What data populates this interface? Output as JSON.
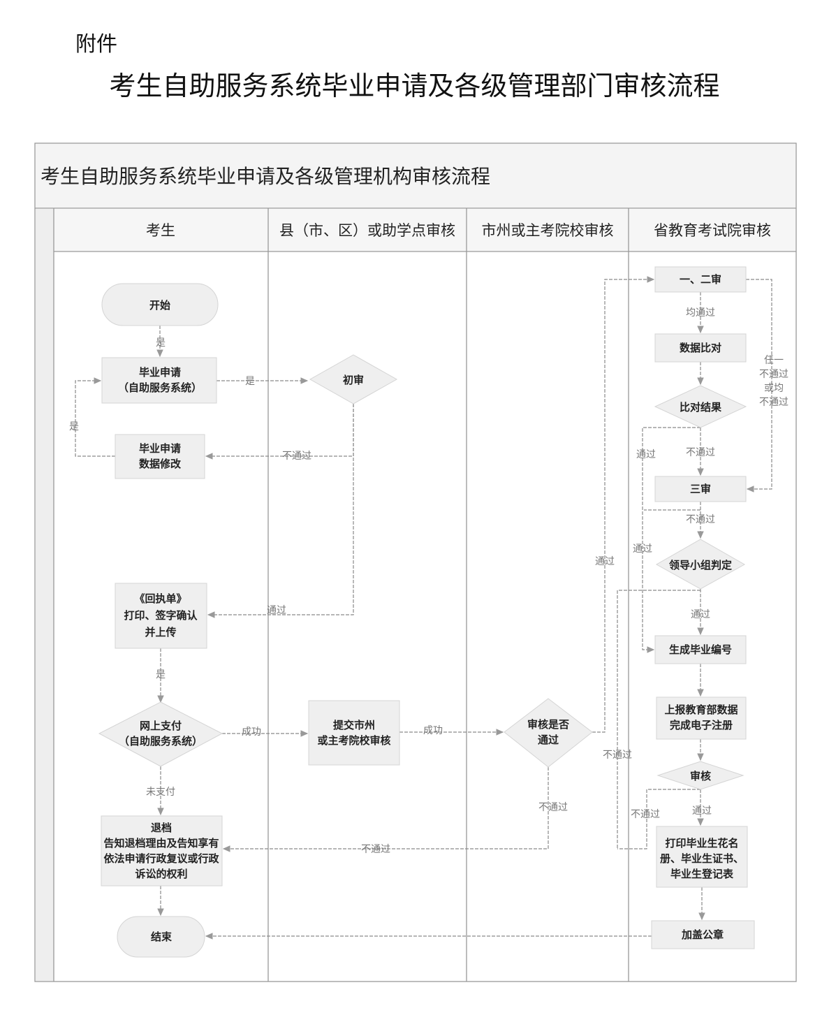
{
  "attachment_label": "附件",
  "document_title": "考生自助服务系统毕业申请及各级管理部门审核流程",
  "chart_title": "考生自助服务系统毕业申请及各级管理机构审核流程",
  "lanes": [
    "考生",
    "县（市、区）或助学点审核",
    "市州或主考院校审核",
    "省教育考试院审核"
  ],
  "nodes": {
    "start": [
      "开始"
    ],
    "apply": [
      "毕业申请",
      "（自助服务系统）"
    ],
    "first_review": [
      "初审"
    ],
    "modify": [
      "毕业申请",
      "数据修改"
    ],
    "receipt": [
      "《回执单》",
      "打印、签字确认",
      "并上传"
    ],
    "payment": [
      "网上支付",
      "（自助服务系统）"
    ],
    "submit_city": [
      "提交市州",
      "或主考院校审核"
    ],
    "city_review": [
      "审核是否",
      "通过"
    ],
    "withdraw": [
      "退档",
      "告知退档理由及告知享有",
      "依法申请行政复议或行政",
      "诉讼的权利"
    ],
    "end": [
      "结束"
    ],
    "review12": [
      "一、二审"
    ],
    "data_compare": [
      "数据比对"
    ],
    "compare_result": [
      "比对结果"
    ],
    "review3": [
      "三审"
    ],
    "leader_group": [
      "领导小组判定"
    ],
    "gen_number": [
      "生成毕业编号"
    ],
    "report_moe": [
      "上报教育部数据",
      "完成电子注册"
    ],
    "final_review": [
      "审核"
    ],
    "print_docs": [
      "打印毕业生花名",
      "册、毕业生证书、",
      "毕业生登记表"
    ],
    "seal": [
      "加盖公章"
    ]
  },
  "edge_labels": {
    "yes1": "是",
    "yes2": "是",
    "yes3": "是",
    "yes4": "是",
    "fail_first": "不通过",
    "pass_first": "通过",
    "success1": "成功",
    "success2": "成功",
    "unpaid": "未支付",
    "city_fail": "不通过",
    "city_pass": "通过",
    "withdraw_fail": "不通过",
    "all_pass": "均通过",
    "any_fail": [
      "任一",
      "不通过",
      "或均",
      "不通过"
    ],
    "compare_pass": "通过",
    "compare_fail": "不通过",
    "review3_pass": "通过",
    "review3_fail": "不通过",
    "leader_pass": "通过",
    "leader_fail": "不通过",
    "final_fail": "不通过",
    "final_pass": "通过"
  }
}
